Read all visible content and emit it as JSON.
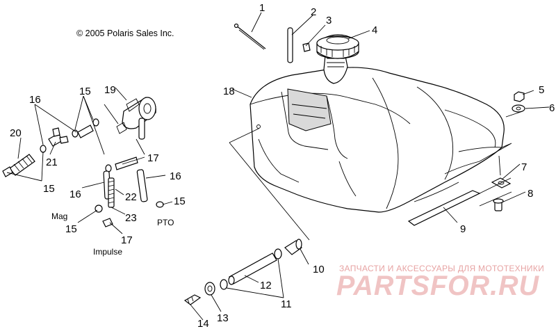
{
  "copyright": "© 2005 Polaris Sales Inc.",
  "labels": {
    "mag": "Mag",
    "impulse": "Impulse",
    "pto": "PTO"
  },
  "callouts": {
    "c1": "1",
    "c2": "2",
    "c3": "3",
    "c4": "4",
    "c5": "5",
    "c6": "6",
    "c7": "7",
    "c8": "8",
    "c9": "9",
    "c10": "10",
    "c11": "11",
    "c12": "12",
    "c13": "13",
    "c14": "14",
    "c15a": "15",
    "c15b": "15",
    "c15c": "15",
    "c15d": "15",
    "c16a": "16",
    "c16b": "16",
    "c16c": "16",
    "c17a": "17",
    "c17b": "17",
    "c18": "18",
    "c19": "19",
    "c20": "20",
    "c21": "21",
    "c22": "22",
    "c23": "23"
  },
  "watermark": {
    "subtitle": "ЗАПЧАСТИ И АКСЕССУАРЫ ДЛЯ МОТОТЕХНИКИ",
    "brand": "PARTSFOR.RU"
  }
}
